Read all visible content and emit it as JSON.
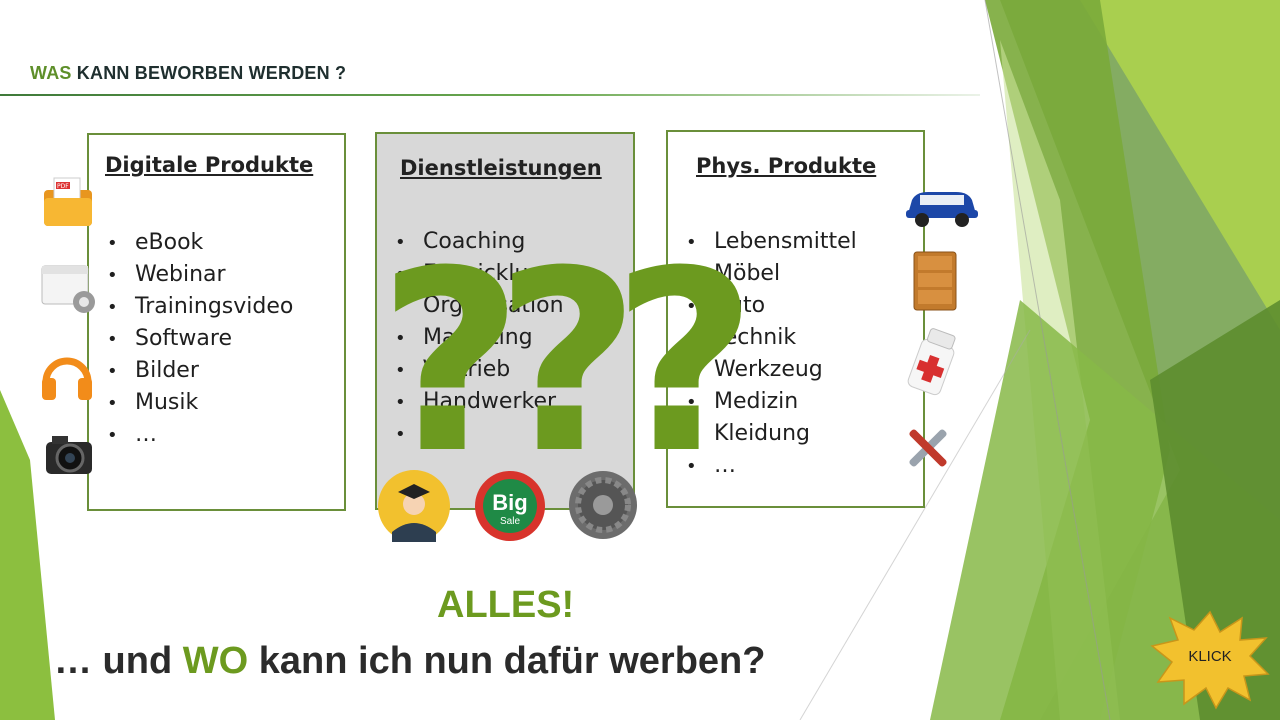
{
  "slide": {
    "title_accent": "WAS",
    "title_rest": " KANN BEWORBEN WERDEN ?",
    "answer": "ALLES!",
    "question_prefix": "… und ",
    "question_highlight": "WO",
    "question_suffix": " kann ich nun dafür werben?",
    "question_marks": "???"
  },
  "columns": [
    {
      "heading": "Digitale Produkte",
      "items": [
        "eBook",
        "Webinar",
        "Trainingsvideo",
        "Software",
        "Bilder",
        "Musik",
        "…"
      ]
    },
    {
      "heading": "Dienstleistungen",
      "items": [
        "Coaching",
        "Entwicklung",
        "Organisation",
        "Marketing",
        "Vertrieb",
        "Handwerker",
        "…"
      ]
    },
    {
      "heading": "Phys. Produkte",
      "items": [
        "Lebensmittel",
        "Möbel",
        "Auto",
        "Technik",
        "Werkzeug",
        "Medizin",
        "Kleidung",
        "…"
      ]
    }
  ],
  "bullet": "•",
  "klick_button": {
    "label": "KLICK"
  },
  "icons": {
    "left": [
      "pdf-folder-icon",
      "window-gear-icon",
      "headphones-icon",
      "camera-icon"
    ],
    "middle": [
      "graduate-icon",
      "big-sale-icon",
      "gear-circle-icon"
    ],
    "right": [
      "car-icon",
      "cabinet-icon",
      "medicine-bottle-icon",
      "tools-icon"
    ]
  },
  "big_sale_text": {
    "big": "Big",
    "sale": "Sale"
  },
  "pdf_label": "PDF",
  "colors": {
    "accent": "#6c9a1f",
    "card_border": "#6a8f3a",
    "badge": "#f2c12e"
  }
}
